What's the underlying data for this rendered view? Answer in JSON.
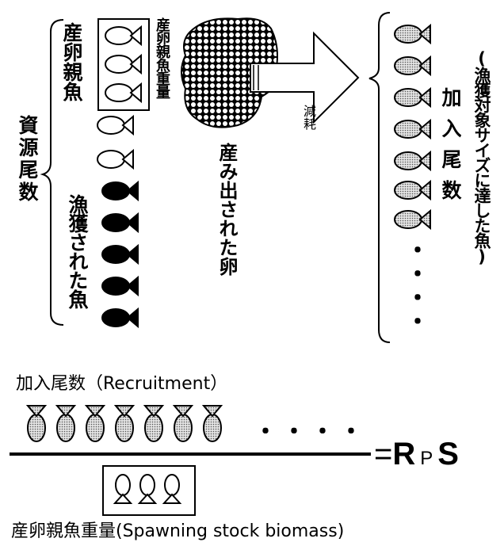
{
  "labels": {
    "spawning_parents": "産卵親魚",
    "stock_number": "資源尾数",
    "caught_fish": "漁獲された魚",
    "spawning_biomass_vertical": "産卵親魚重量",
    "eggs": "産み出された卵",
    "attrition": "減耗",
    "recruits_number": "加入尾数",
    "fishable_size_fish": "(漁獲対象サイズに達した魚)",
    "ellipsis_vertical": "・・・・",
    "recruitment_caption": "加入尾数（Recruitment）",
    "ellipsis_horizontal": "・・・・",
    "formula_equals": "=",
    "formula_R": "R",
    "formula_P": "P",
    "formula_S": "S",
    "spawning_biomass_caption": "産卵親魚重量(Spawning stock biomass)"
  },
  "colors": {
    "outline": "#000000",
    "fill_white": "#ffffff",
    "fill_black": "#000000",
    "fill_dotted": "#cfcfcf"
  },
  "icons": {
    "parent_fish": "fish-outline-icon",
    "caught_fish": "fish-black-icon",
    "recruit_fish": "fish-dotted-icon",
    "egg_mass": "egg-mass-icon",
    "arrow": "right-arrow-icon"
  }
}
